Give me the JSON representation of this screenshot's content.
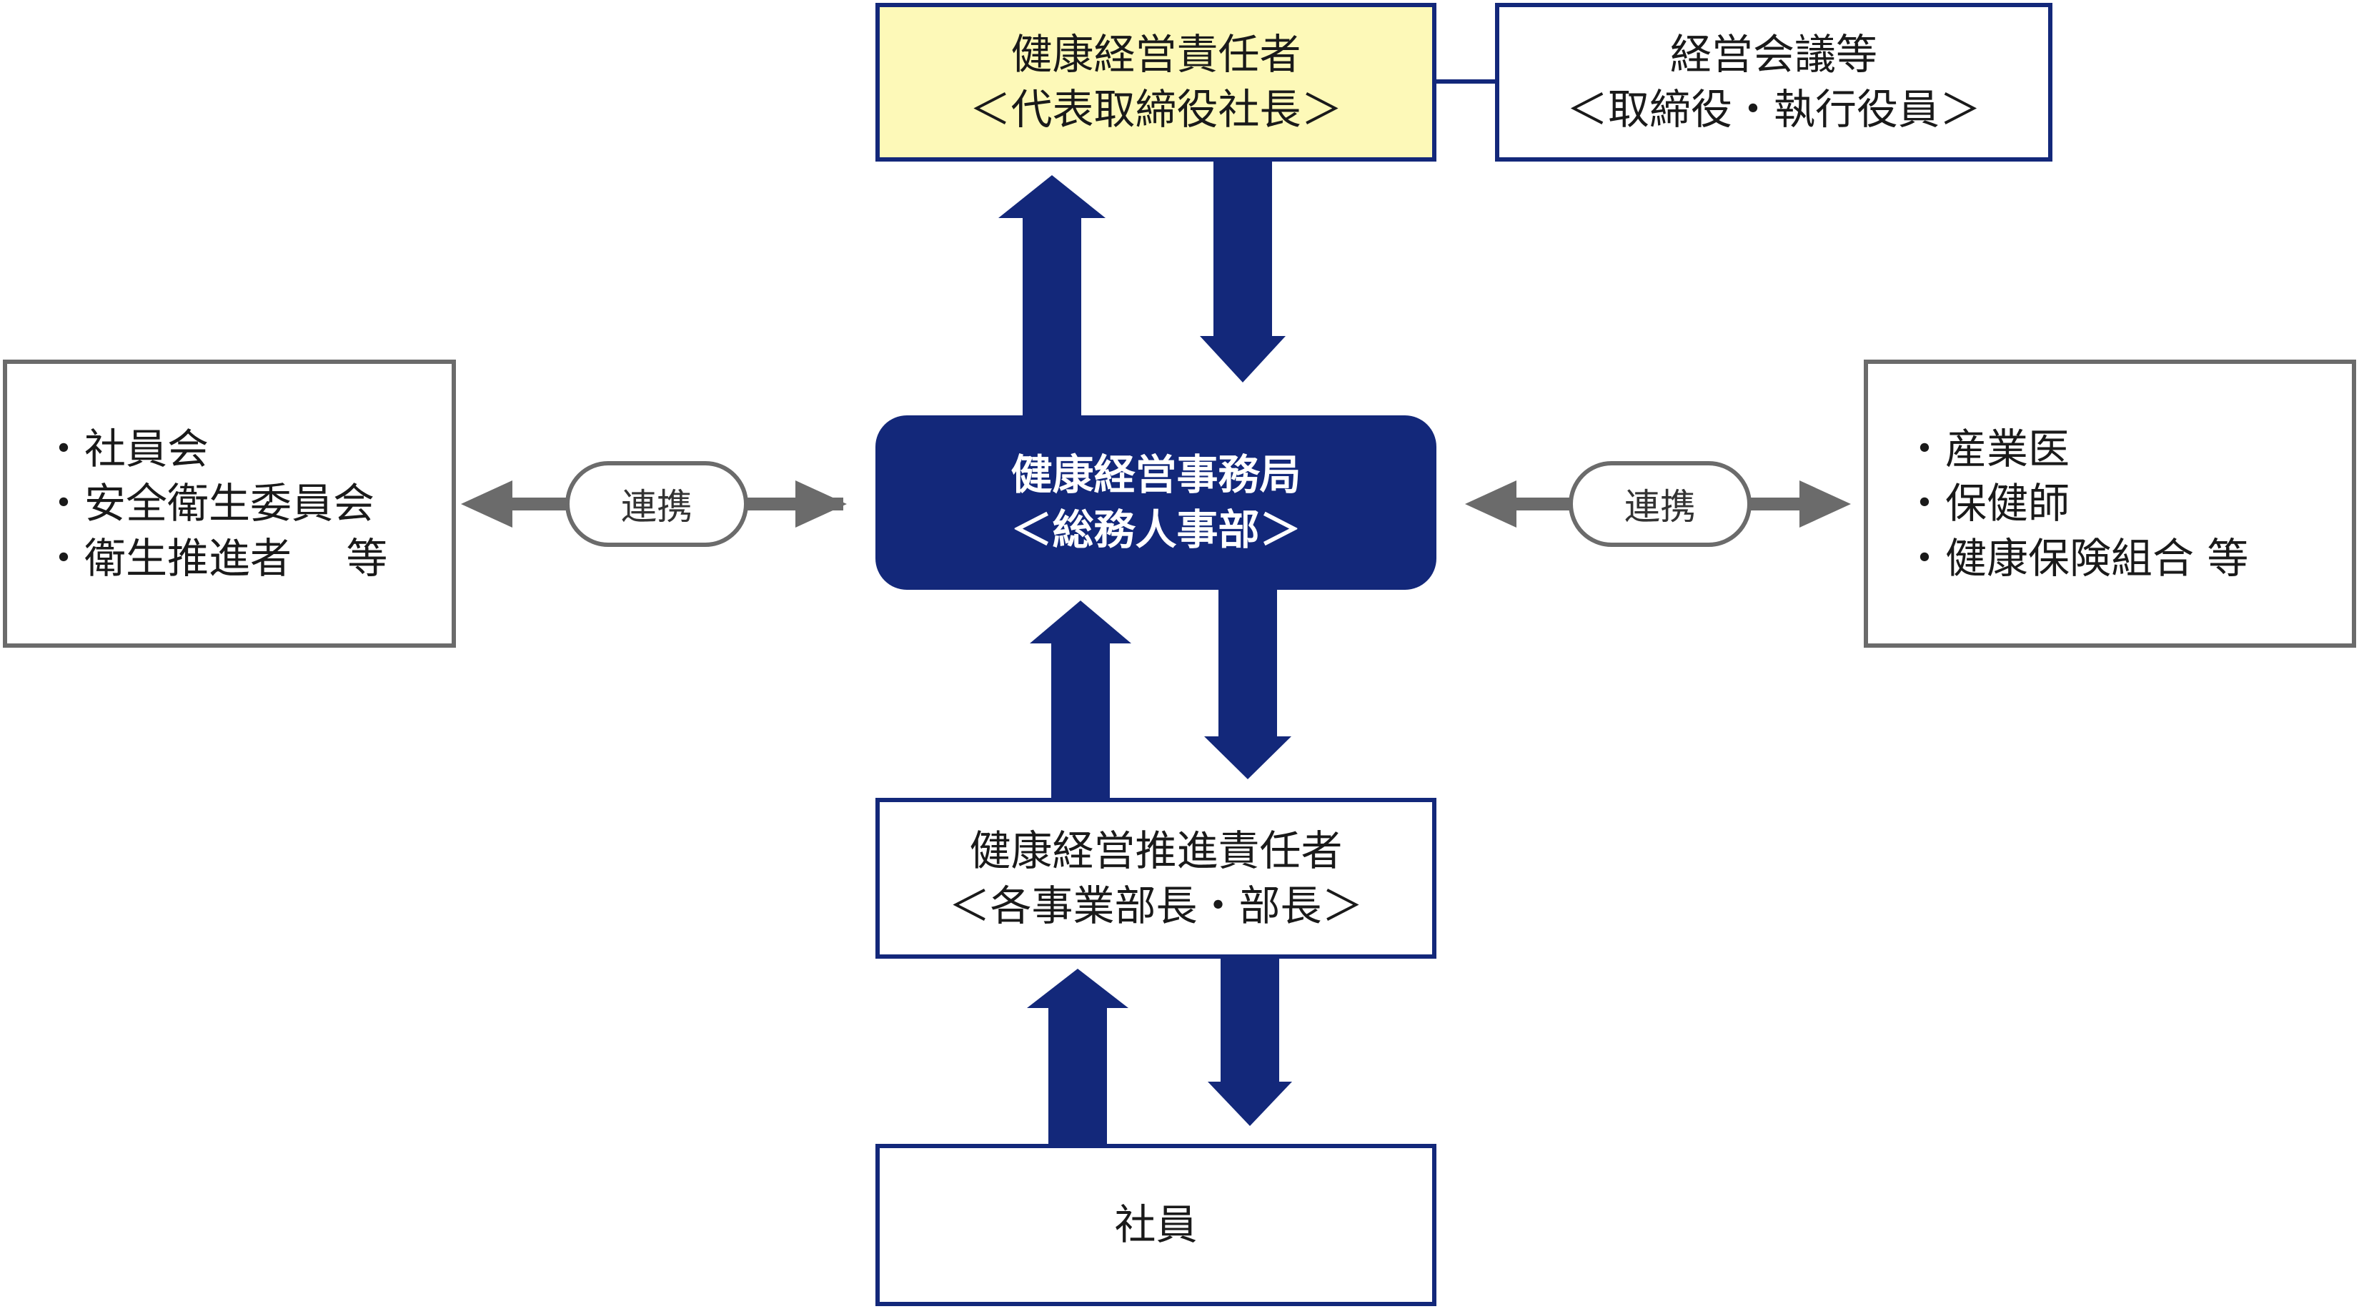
{
  "top_center": {
    "line1": "健康経営責任者",
    "line2": "＜代表取締役社長＞"
  },
  "top_right": {
    "line1": "経営会議等",
    "line2": "＜取締役・執行役員＞"
  },
  "center": {
    "line1": "健康経営事務局",
    "line2": "＜総務人事部＞"
  },
  "middle_lower": {
    "line1": "健康経営推進責任者",
    "line2": "＜各事業部長・部長＞"
  },
  "bottom": {
    "label": "社員"
  },
  "left": {
    "items": [
      "・社員会",
      "・安全衛生委員会",
      "・衛生推進者　 等"
    ]
  },
  "right": {
    "items": [
      "・産業医",
      "・保健師",
      "・健康保険組合 等"
    ]
  },
  "link_left": {
    "label": "連携"
  },
  "link_right": {
    "label": "連携"
  },
  "colors": {
    "navy": "#13287a",
    "gray": "#6b6b6b",
    "yellow": "#fdf9b8"
  }
}
